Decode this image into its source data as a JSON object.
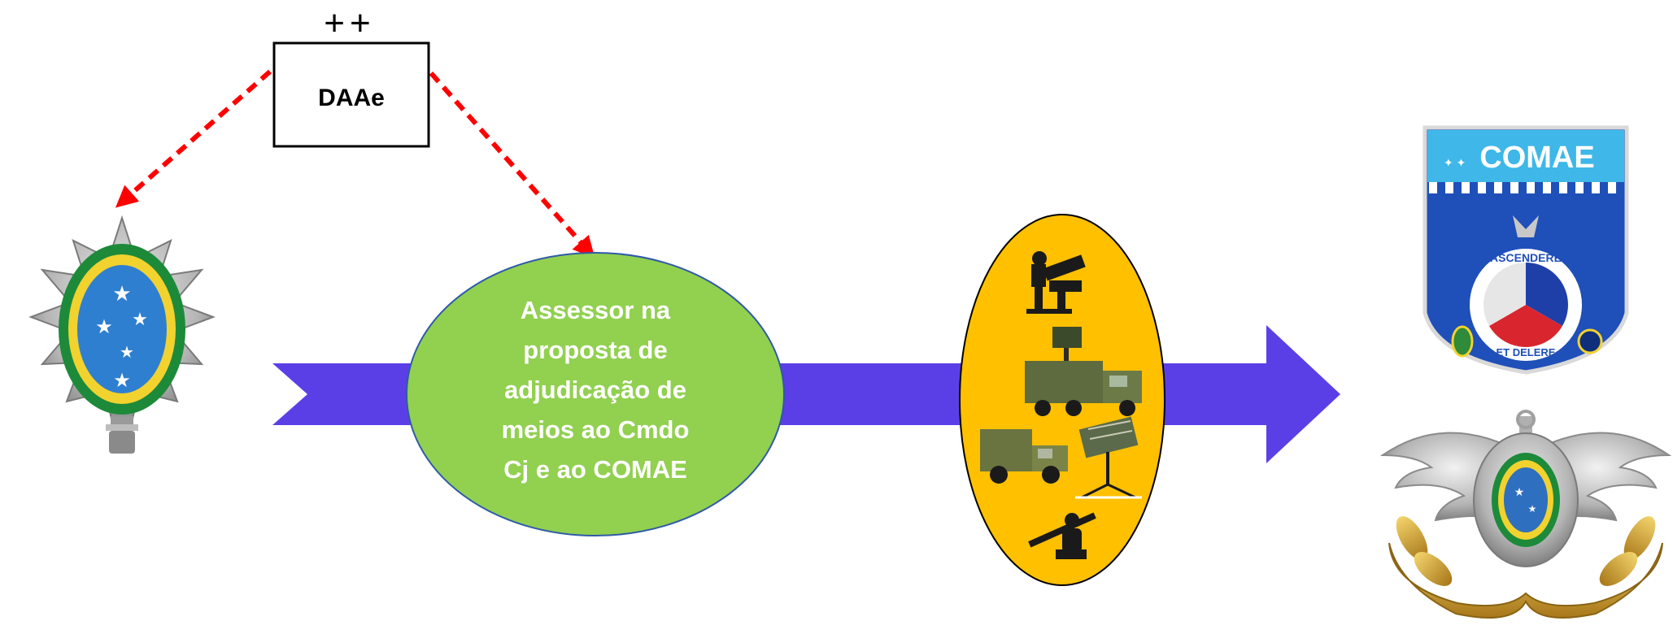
{
  "diagram": {
    "box_marker": "++",
    "box_label": "DAAe",
    "ellipse_lines": [
      "Assessor na",
      "proposta de",
      "adjudicação de",
      "meios ao Cmdo",
      "Cj e ao COMAE"
    ],
    "comae_emblem": {
      "banner": "COMAE",
      "ring_top": "ASCENDERE",
      "ring_bottom": "ET DELERE"
    },
    "icons": [
      "brazilian-army-emblem-icon",
      "anti-aircraft-gun-icon",
      "radar-truck-icon",
      "military-vehicle-icon",
      "radar-antenna-icon",
      "soldier-missile-launcher-icon",
      "comae-emblem-icon",
      "joint-forces-emblem-icon"
    ],
    "colors": {
      "arrow": "#5b3fe6",
      "ellipse_green": "#92d050",
      "ellipse_orange": "#ffc000",
      "dashed_arrow": "#ff0000",
      "comae_blue": "#1f4fb8",
      "comae_banner": "#3fb7e8"
    }
  }
}
